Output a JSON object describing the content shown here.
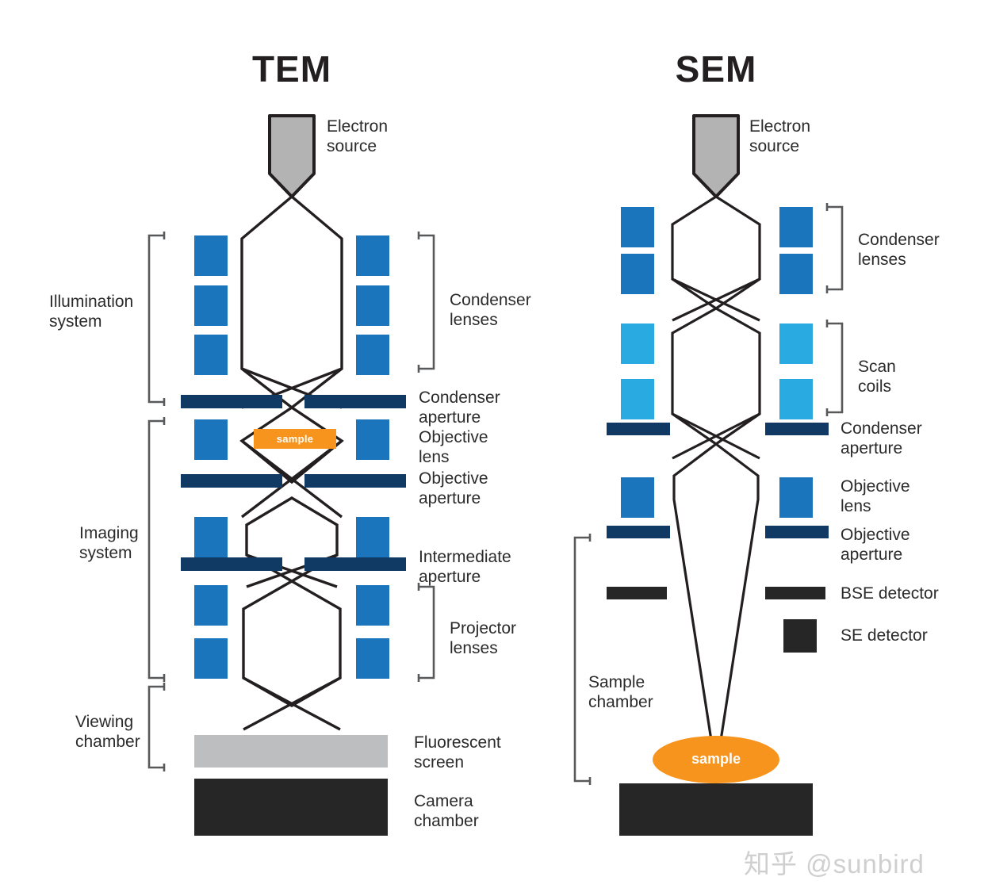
{
  "columns": {
    "tem": {
      "title": "TEM",
      "electron_source_label": "Electron\nsource",
      "sample_chip_label": "sample",
      "left_brackets": [
        {
          "label": "Illumination\nsystem"
        },
        {
          "label": "Imaging\nsystem"
        },
        {
          "label": "Viewing\nchamber"
        }
      ],
      "right_labels": [
        {
          "label": "Condenser\nlenses",
          "bracketed": true
        },
        {
          "label": "Condenser\naperture",
          "bracketed": false
        },
        {
          "label": "Objective\nlens",
          "bracketed": false
        },
        {
          "label": "Objective\naperture",
          "bracketed": false
        },
        {
          "label": "Intermediate\naperture",
          "bracketed": false
        },
        {
          "label": "Projector\nlenses",
          "bracketed": true
        },
        {
          "label": "Fluorescent\nscreen",
          "bracketed": false
        },
        {
          "label": "Camera\nchamber",
          "bracketed": false
        }
      ]
    },
    "sem": {
      "title": "SEM",
      "electron_source_label": "Electron\nsource",
      "sample_oval_label": "sample",
      "left_brackets": [
        {
          "label": "Sample\nchamber"
        }
      ],
      "right_labels": [
        {
          "label": "Condenser\nlenses",
          "bracketed": true
        },
        {
          "label": "Scan\ncoils",
          "bracketed": true
        },
        {
          "label": "Condenser\naperture",
          "bracketed": false
        },
        {
          "label": "Objective\nlens",
          "bracketed": false
        },
        {
          "label": "Objective\naperture",
          "bracketed": false
        },
        {
          "label": "BSE detector",
          "bracketed": false
        },
        {
          "label": "SE detector",
          "bracketed": false
        }
      ]
    }
  },
  "watermark": {
    "text": "知乎 @sunbird"
  },
  "colors": {
    "lens_blue": "#1b75bc",
    "scan_coil_cyan": "#29abe2",
    "aperture_navy": "#103a63",
    "detector_black": "#262626",
    "source_gray": "#b3b3b3",
    "screen_gray": "#bcbec0",
    "chamber_black": "#262626",
    "sample_orange": "#f7941e",
    "beam_stroke": "#231f20",
    "bracket_stroke": "#58595b",
    "text": "#2b2b2b",
    "title": "#231f20",
    "watermark": "#cfcfcf"
  }
}
